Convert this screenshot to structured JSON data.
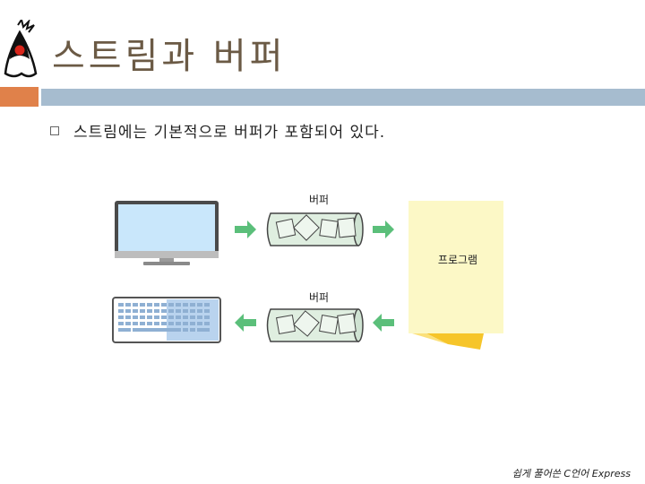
{
  "title": "스트림과 버퍼",
  "bullet": "스트림에는 기본적으로 버퍼가 포함되어 있다.",
  "diagram": {
    "buffer_label_top": "버퍼",
    "buffer_label_bottom": "버퍼",
    "program_label": "프로그램"
  },
  "footer": "쉽게 풀어쓴 C언어 Express",
  "colors": {
    "accent_orange": "#e0814a",
    "accent_blue": "#a6bccf",
    "arrow_green": "#5bbf7a",
    "program_yellow": "#fcf8c6"
  },
  "icons": [
    "duke-logo-icon",
    "monitor-icon",
    "keyboard-icon"
  ]
}
